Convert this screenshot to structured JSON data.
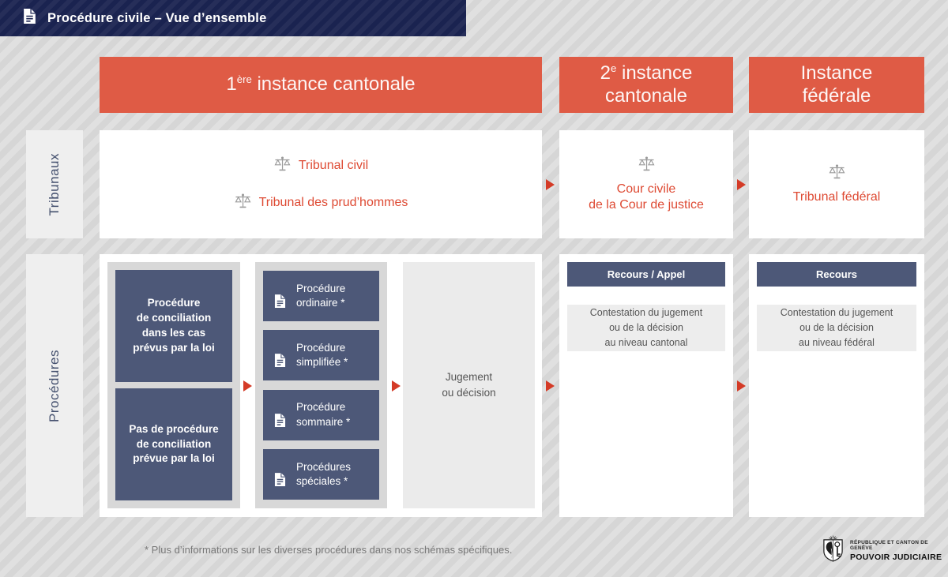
{
  "title_bar": {
    "title": "Procédure civile – Vue d’ensemble"
  },
  "headers": {
    "first": {
      "num": "1",
      "sup": "ère",
      "rest": " instance cantonale"
    },
    "second": {
      "num": "2",
      "sup": "e",
      "rest": " instance\ncantonale"
    },
    "federal": {
      "num": "",
      "sup": "",
      "rest": "Instance\nfédérale"
    }
  },
  "rails": {
    "tribunals": "Tribunaux",
    "procedures": "Procédures"
  },
  "tribunals": {
    "first_instance": [
      {
        "icon": "scales-icon",
        "label": "Tribunal civil"
      },
      {
        "icon": "scales-icon",
        "label": "Tribunal des prud’hommes"
      }
    ],
    "second_instance": {
      "icon": "scales-icon",
      "label": "Cour civile\nde la Cour de justice"
    },
    "federal": {
      "icon": "scales-icon",
      "label": "Tribunal fédéral"
    }
  },
  "procedures": {
    "conciliation": [
      "Procédure\nde conciliation\ndans les cas\nprévus par la loi",
      "Pas de procédure\nde conciliation\nprévue par la loi"
    ],
    "types": [
      "Procédure\nordinaire *",
      "Procédure\nsimplifiée *",
      "Procédure\nsommaire *",
      "Procédures\nspéciales *"
    ],
    "judgment": "Jugement\nou décision",
    "appeal_cantonal": {
      "header": "Recours / Appel",
      "body": "Contestation du jugement\nou de la décision\nau niveau cantonal"
    },
    "appeal_federal": {
      "header": "Recours",
      "body": "Contestation du jugement\nou de la décision\nau niveau fédéral"
    }
  },
  "footer": {
    "note": "* Plus d’informations sur les diverses procédures dans nos schémas spécifiques.",
    "logo_line1": "RÉPUBLIQUE ET CANTON DE GENÈVE",
    "logo_line2": "POUVOIR JUDICIAIRE"
  },
  "colors": {
    "header_navy": "#1a2350",
    "box_navy": "#4d5878",
    "accent_coral": "#df5b45",
    "arrow_red": "#d43b27",
    "court_red": "#de4a33",
    "background_gray": "#dcdcdc"
  }
}
